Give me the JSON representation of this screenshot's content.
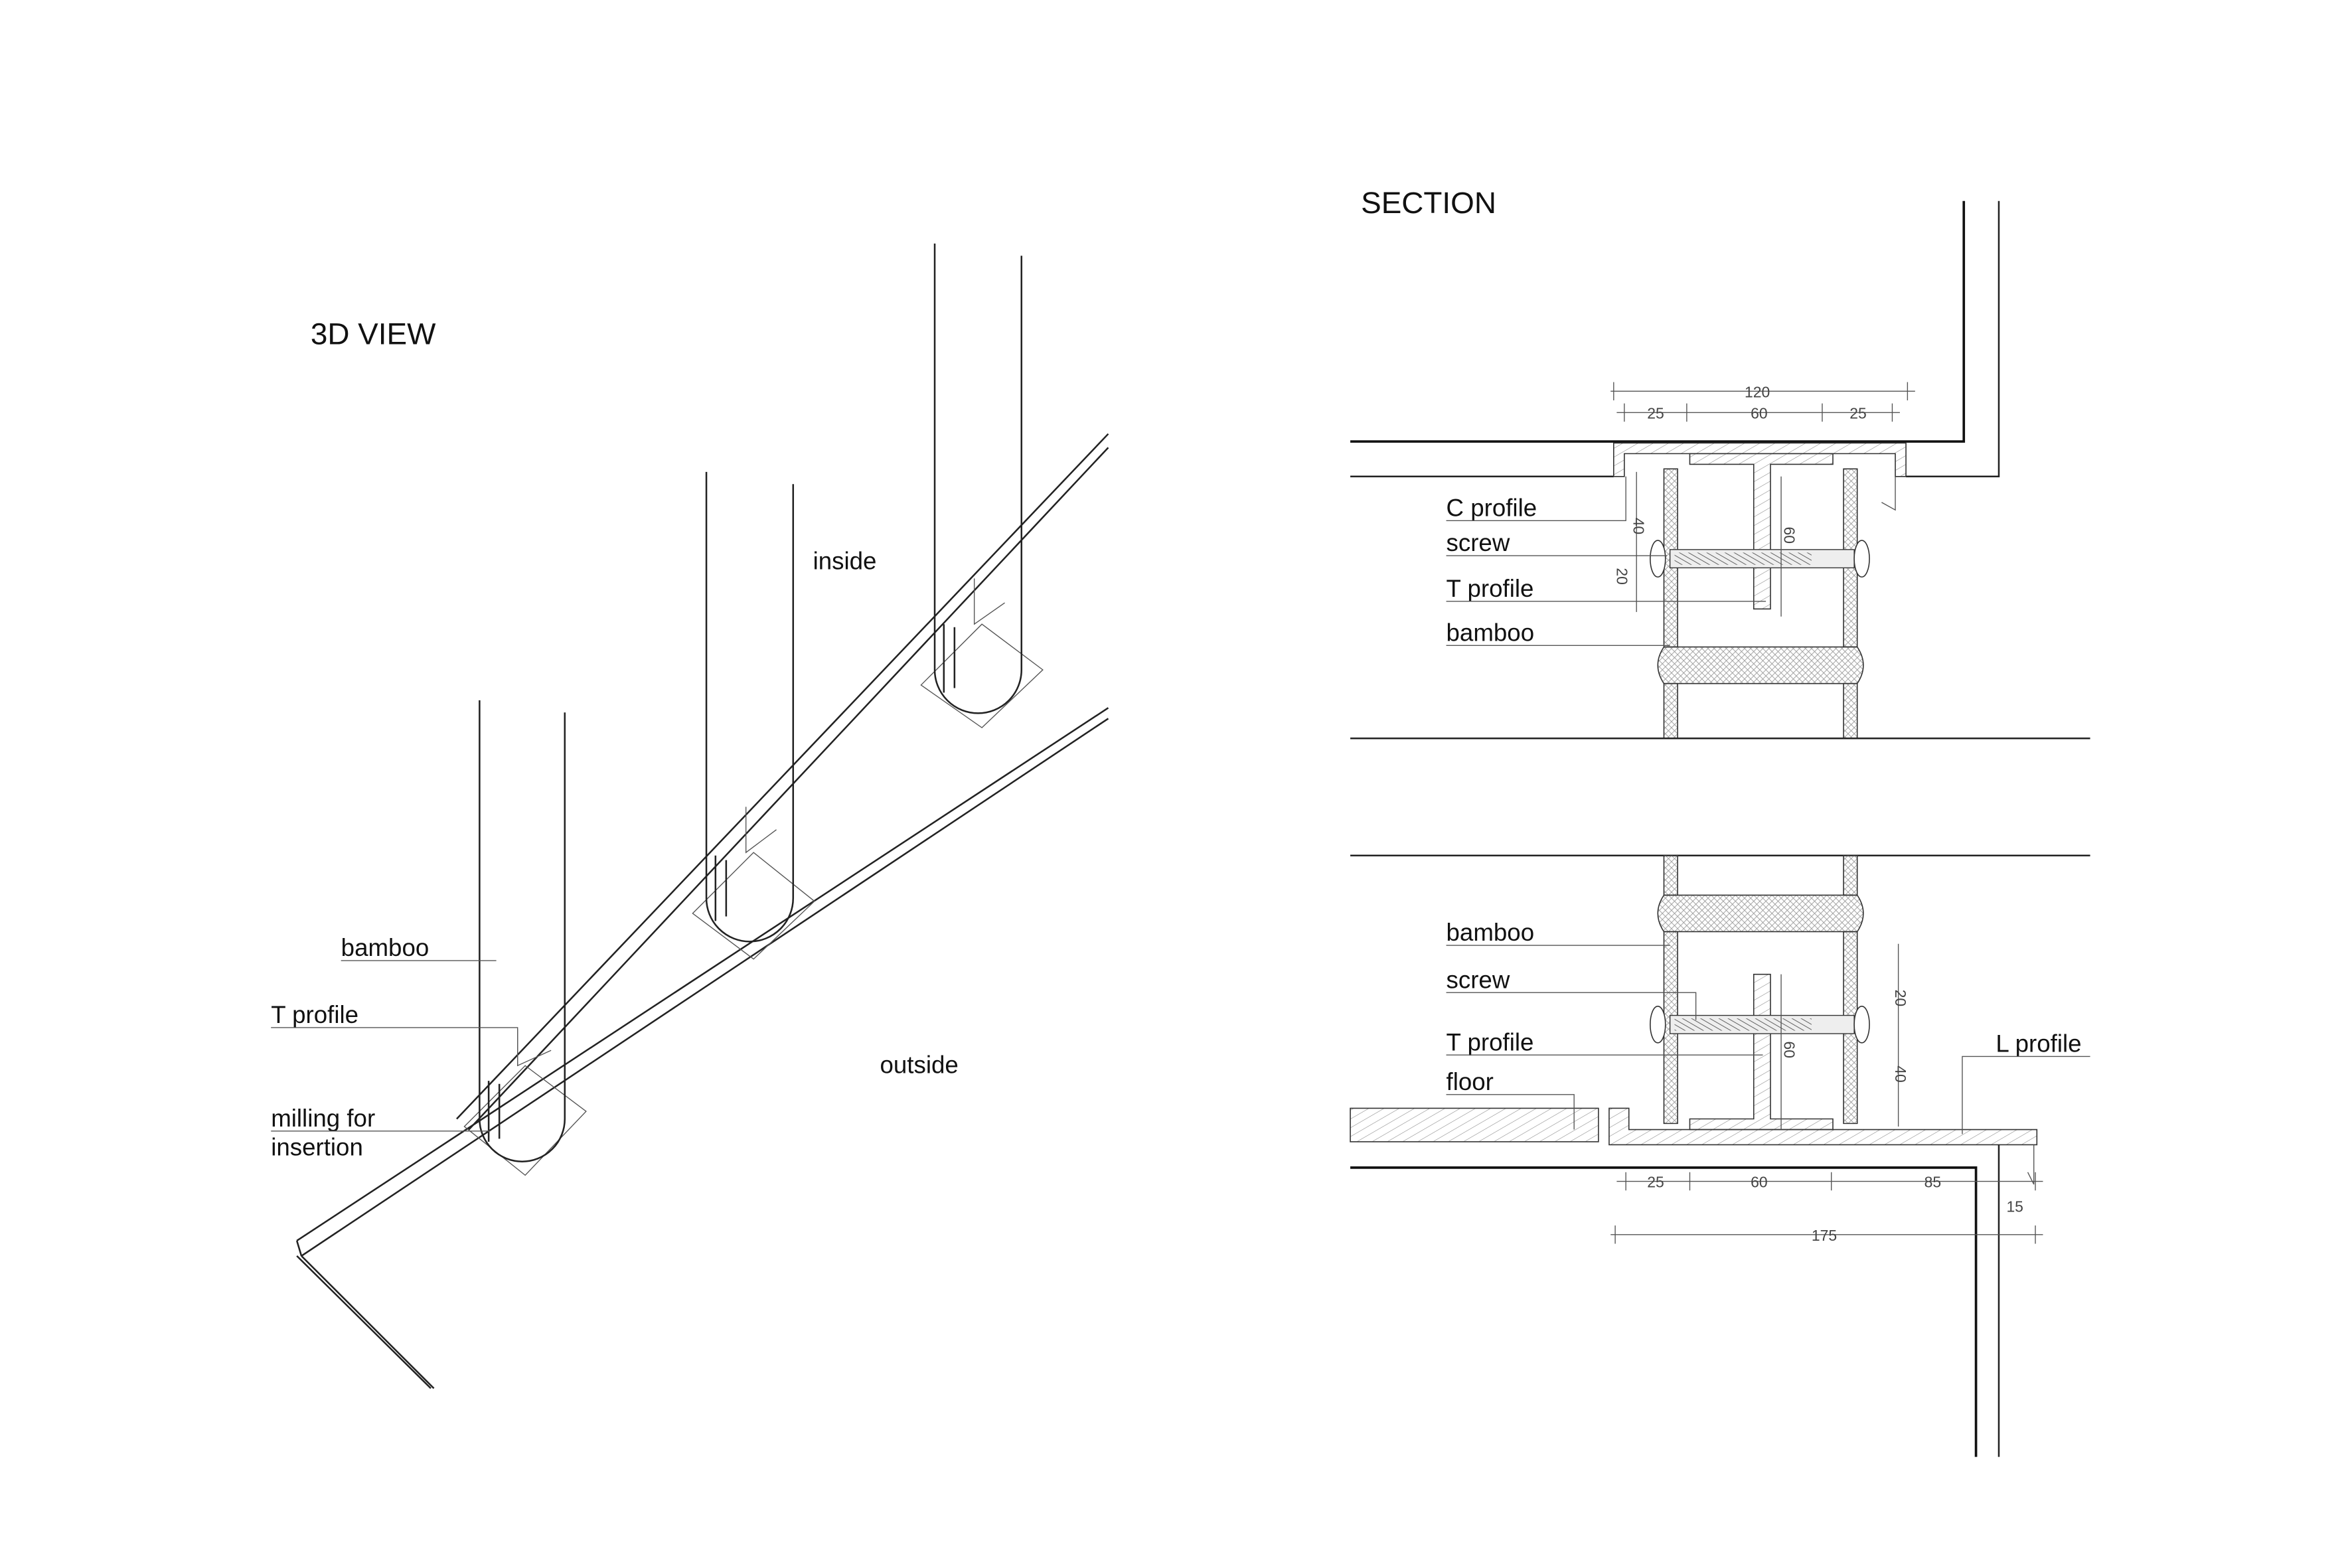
{
  "view3d": {
    "title": "3D VIEW",
    "labels": {
      "inside": "inside",
      "outside": "outside",
      "bamboo": "bamboo",
      "t_profile": "T profile",
      "milling_line1": "milling for",
      "milling_line2": "insertion"
    }
  },
  "section": {
    "title": "SECTION",
    "top": {
      "labels": {
        "c_profile": "C profile",
        "screw": "screw",
        "t_profile": "T profile",
        "bamboo": "bamboo"
      },
      "dims": {
        "total": "120",
        "left": "25",
        "middle": "60",
        "right": "25",
        "v40": "40",
        "v20": "20",
        "v60": "60"
      }
    },
    "bottom": {
      "labels": {
        "bamboo": "bamboo",
        "screw": "screw",
        "t_profile": "T profile",
        "floor": "floor",
        "l_profile": "L profile"
      },
      "dims": {
        "d25": "25",
        "d60": "60",
        "d85": "85",
        "d15": "15",
        "total": "175",
        "v20": "20",
        "v40": "40",
        "v60": "60"
      }
    }
  }
}
